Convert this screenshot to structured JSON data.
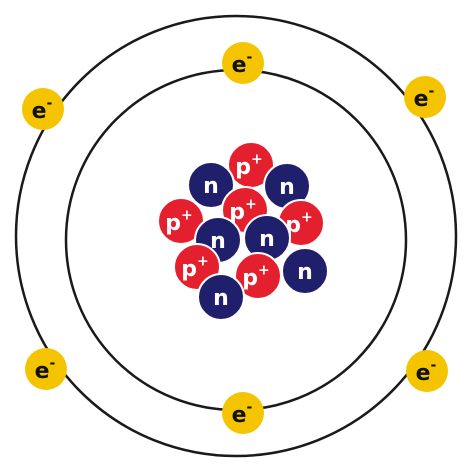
{
  "diagram": {
    "colors": {
      "background": "#ffffff",
      "orbit_stroke": "#1a1a1a",
      "proton": "#e5202e",
      "neutron": "#1f1f6b",
      "electron": "#f5c400",
      "particle_outline": "#ffffff"
    },
    "labels": {
      "proton_base": "p",
      "proton_sup": "+",
      "neutron": "n",
      "electron_base": "e",
      "electron_sup": "-"
    },
    "counts": {
      "protons": 6,
      "neutrons": 6,
      "electrons": 6,
      "orbits": 2
    }
  }
}
